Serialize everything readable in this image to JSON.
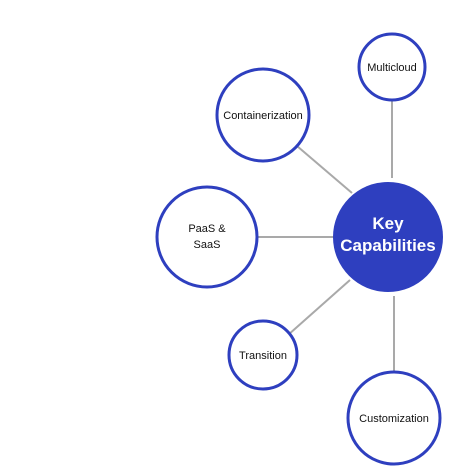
{
  "colors": {
    "accent": "#2E3FBF",
    "edge": "#A9A9A9",
    "node_fill": "#FFFFFF",
    "center_text": "#FFFFFF",
    "node_text": "#111111"
  },
  "center": {
    "line1": "Key",
    "line2": "Capabilities"
  },
  "nodes": {
    "multicloud": {
      "label": "Multicloud"
    },
    "containerization": {
      "label": "Containerization"
    },
    "paas_saas": {
      "line1": "PaaS &",
      "line2": "SaaS"
    },
    "transition": {
      "label": "Transition"
    },
    "customization": {
      "label": "Customization"
    }
  }
}
